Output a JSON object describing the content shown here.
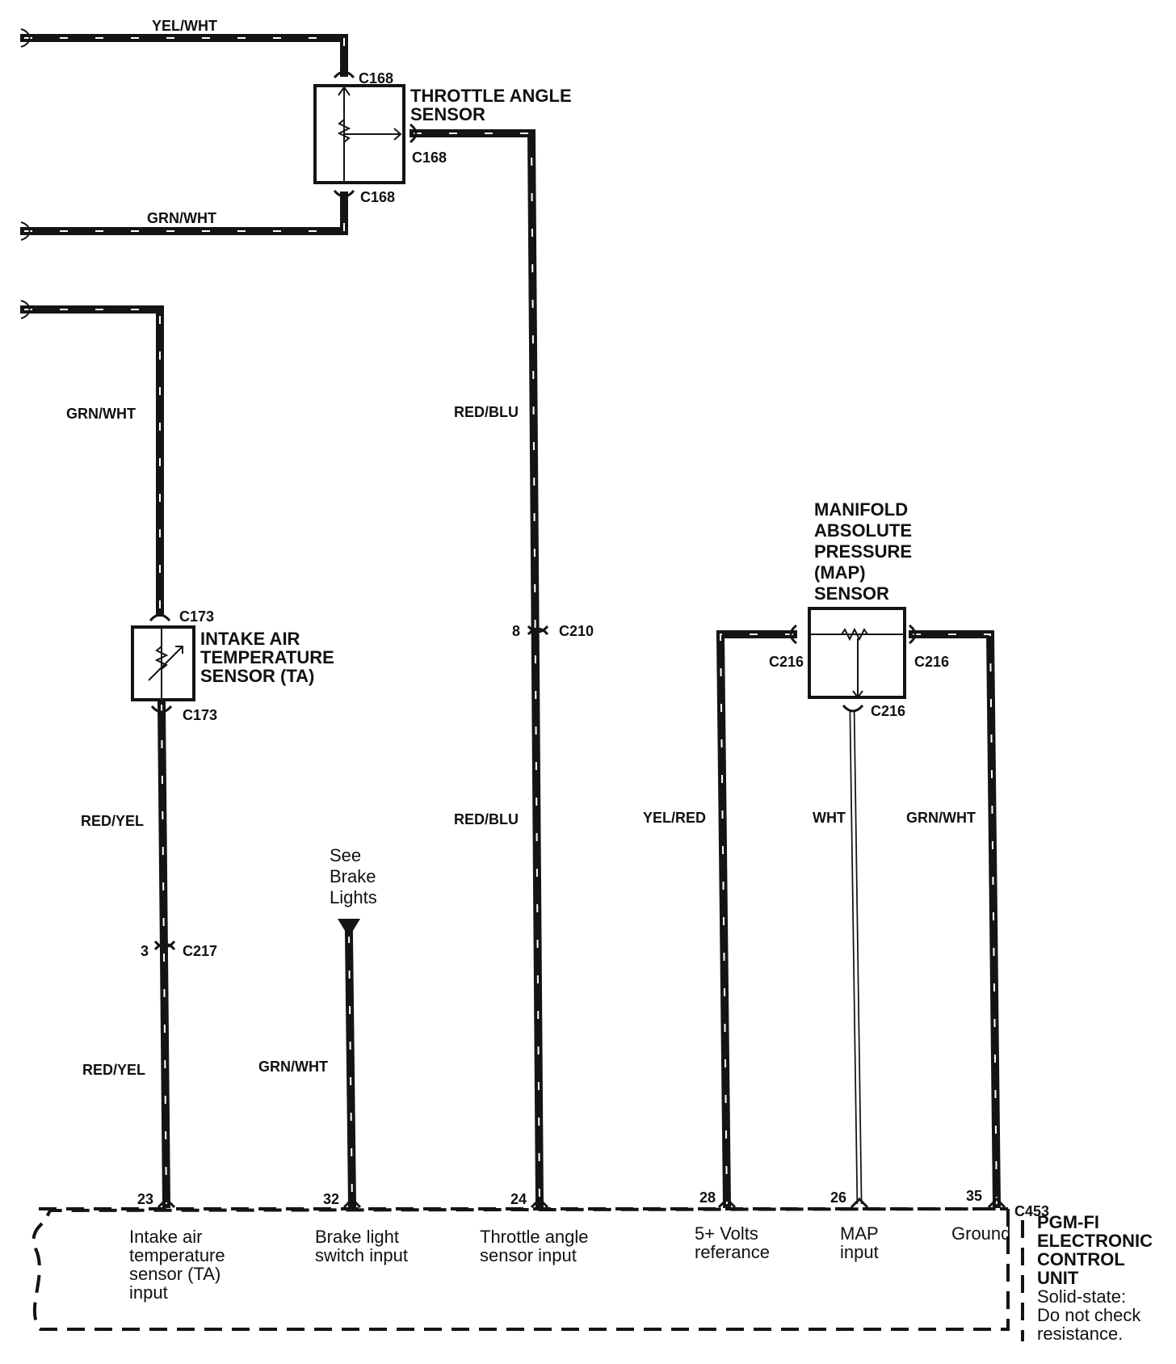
{
  "wires": {
    "tas_top": "YEL/WHT",
    "tas_bottom": "GRN/WHT",
    "ta_upper": "GRN/WHT",
    "ta_mid": "RED/YEL",
    "ta_lower": "RED/YEL",
    "tps_upper": "RED/BLU",
    "tps_lower": "RED/BLU",
    "brake": "GRN/WHT",
    "map_ref": "YEL/RED",
    "map_sig": "WHT",
    "map_gnd": "GRN/WHT"
  },
  "connectors": {
    "c168_top": "C168",
    "c168_right": "C168",
    "c168_bottom": "C168",
    "c173_top": "C173",
    "c173_bottom": "C173",
    "c217": "C217",
    "c217_pin": "3",
    "c210": "C210",
    "c210_pin": "8",
    "c216_left": "C216",
    "c216_right": "C216",
    "c216_bottom": "C216",
    "c453": "C453"
  },
  "components": {
    "throttle_sensor": [
      "THROTTLE ANGLE",
      "SENSOR"
    ],
    "intake_sensor": [
      "INTAKE AIR",
      "TEMPERATURE",
      "SENSOR (TA)"
    ],
    "map_sensor": [
      "MANIFOLD",
      "ABSOLUTE",
      "PRESSURE",
      "(MAP)",
      "SENSOR"
    ],
    "brake_note": [
      "See",
      "Brake",
      "Lights"
    ]
  },
  "ecu": {
    "title": [
      "PGM-FI",
      "ELECTRONIC",
      "CONTROL",
      "UNIT"
    ],
    "note": [
      "Solid-state:",
      "Do not check",
      "resistance."
    ],
    "pins": [
      {
        "num": "23",
        "label": [
          "Intake air",
          "temperature",
          "sensor (TA)",
          "input"
        ]
      },
      {
        "num": "32",
        "label": [
          "Brake light",
          "switch input"
        ]
      },
      {
        "num": "24",
        "label": [
          "Throttle angle",
          "sensor input"
        ]
      },
      {
        "num": "28",
        "label": [
          "5+ Volts",
          "referance"
        ]
      },
      {
        "num": "26",
        "label": [
          "MAP",
          "input"
        ]
      },
      {
        "num": "35",
        "label": [
          "Ground"
        ]
      }
    ]
  }
}
